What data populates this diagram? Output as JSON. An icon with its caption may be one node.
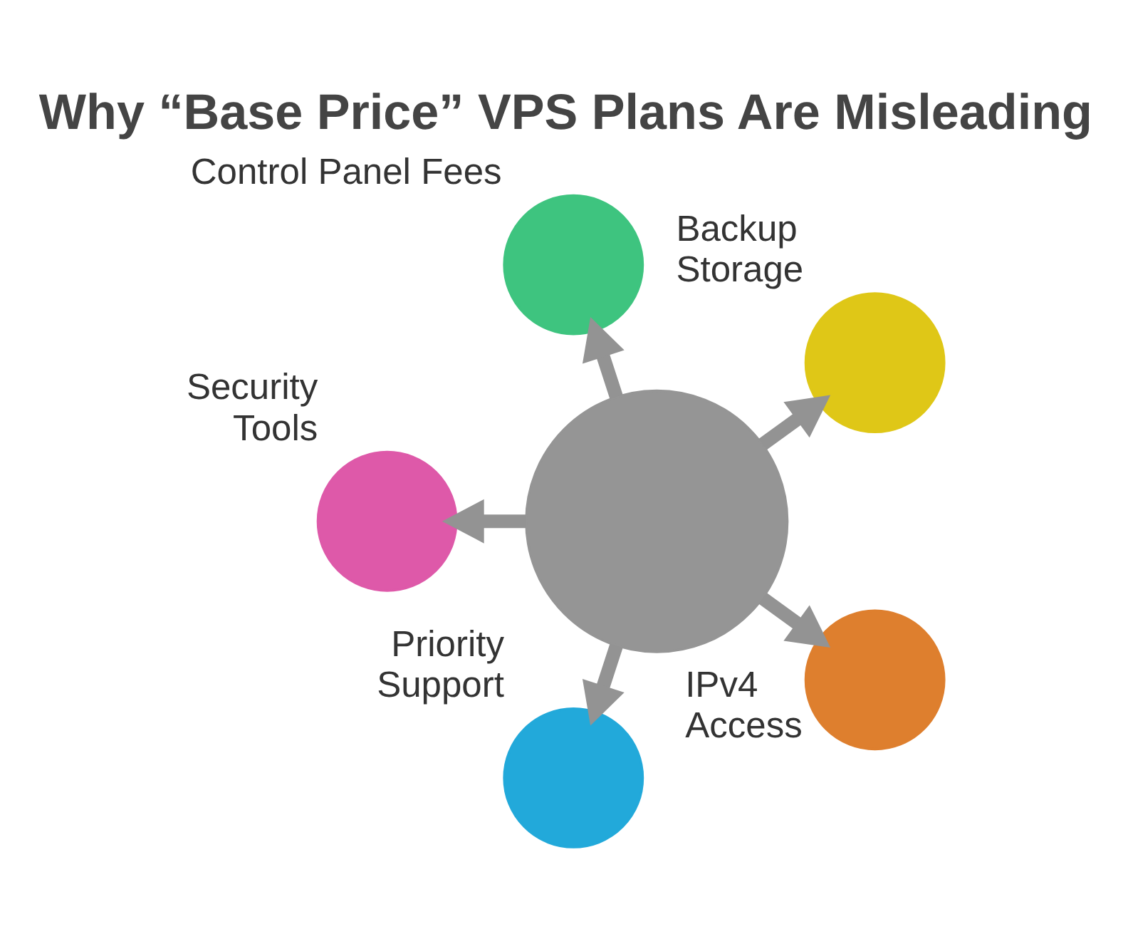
{
  "diagram": {
    "title": "Why “Base Price” VPS Plans Are Misleading",
    "nodes": [
      {
        "text": [],
        "shape": "circle"
      },
      {
        "text": [],
        "shape": "circle",
        "beside": [
          "Control Panel Fees"
        ]
      },
      {
        "text": [],
        "shape": "circle",
        "beside": [
          "Backup Storage"
        ]
      },
      {
        "text": [],
        "shape": "circle",
        "beside": [
          "IPv4 Access"
        ]
      },
      {
        "text": [],
        "shape": "circle",
        "beside": [
          "Priority Support"
        ]
      },
      {
        "text": [],
        "shape": "circle",
        "beside": [
          "Security Tools"
        ]
      }
    ],
    "edges": [
      {
        "from": 0,
        "to": 1,
        "arrow": "to"
      },
      {
        "from": 0,
        "to": 2,
        "arrow": "to"
      },
      {
        "from": 0,
        "to": 3,
        "arrow": "to"
      },
      {
        "from": 0,
        "to": 4,
        "arrow": "to"
      },
      {
        "from": 0,
        "to": 5,
        "arrow": "to"
      }
    ]
  }
}
